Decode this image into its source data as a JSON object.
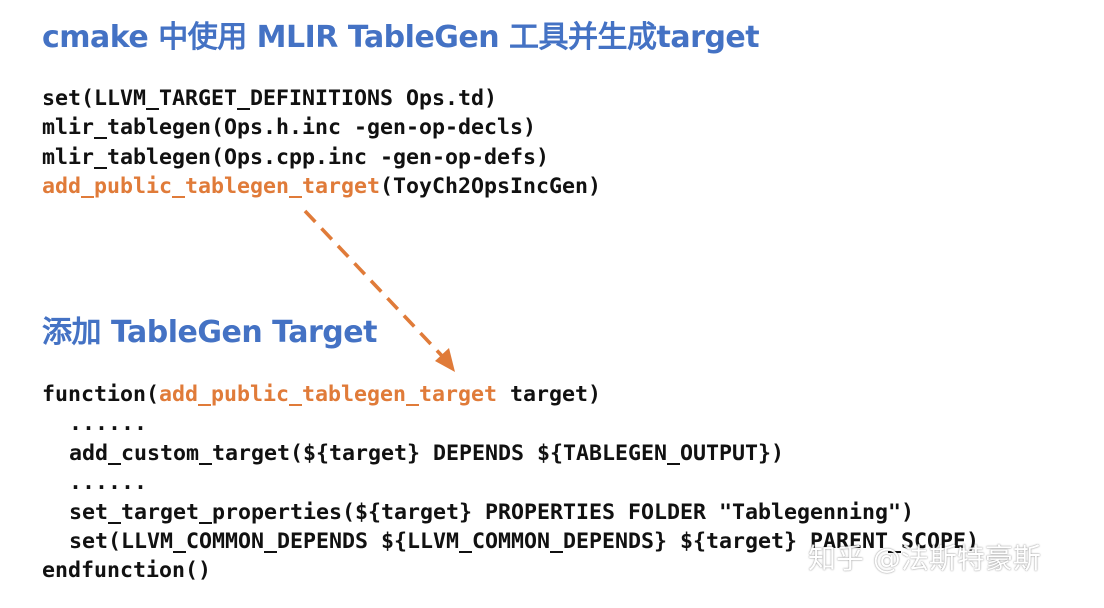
{
  "colors": {
    "heading": "#4472c4",
    "accent": "#e07b39",
    "code_text": "#111111"
  },
  "section1": {
    "heading": "cmake 中使用 MLIR TableGen 工具并生成target",
    "lines": [
      "set(LLVM_TARGET_DEFINITIONS Ops.td)",
      "mlir_tablegen(Ops.h.inc -gen-op-decls)",
      "mlir_tablegen(Ops.cpp.inc -gen-op-defs)"
    ],
    "call_highlight": "add_public_tablegen_target",
    "call_rest": "(ToyCh2OpsIncGen)"
  },
  "section2": {
    "heading": "添加 TableGen Target",
    "function_keyword": "function(",
    "function_highlight": "add_public_tablegen_target",
    "function_rest": " target)",
    "body_lines": [
      "......",
      "add_custom_target(${target} DEPENDS ${TABLEGEN_OUTPUT})",
      "......",
      "set_target_properties(${target} PROPERTIES FOLDER \"Tablegenning\")",
      "set(LLVM_COMMON_DEPENDS ${LLVM_COMMON_DEPENDS} ${target} PARENT_SCOPE)"
    ],
    "end_line": "endfunction()"
  },
  "watermark": "知乎 @法斯特豪斯"
}
